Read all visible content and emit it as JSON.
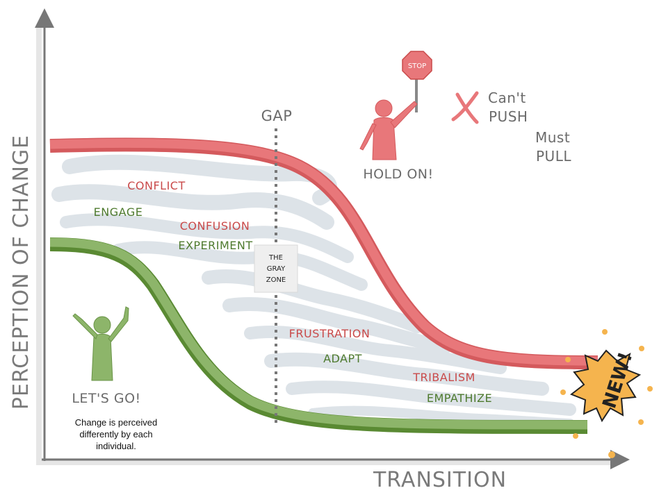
{
  "axes": {
    "y_label": "PERCEPTION OF  CHANGE",
    "x_label": "TRANSITION"
  },
  "gap": {
    "label": "GAP",
    "box_line1": "THE",
    "box_line2": "GRAY",
    "box_line3": "ZONE"
  },
  "stop_sign": "STOP",
  "hold_on": "HOLD ON!",
  "lets_go": "LET'S GO!",
  "cant_push": {
    "line1": "Can't",
    "line2": "PUSH"
  },
  "must_pull": {
    "line1": "Must",
    "line2": "PULL"
  },
  "new_label": "NEW!",
  "stages": [
    {
      "text": "CONFLICT",
      "tone": "red"
    },
    {
      "text": "ENGAGE",
      "tone": "green"
    },
    {
      "text": "CONFUSION",
      "tone": "red"
    },
    {
      "text": "EXPERIMENT",
      "tone": "green"
    },
    {
      "text": "FRUSTRATION",
      "tone": "red"
    },
    {
      "text": "ADAPT",
      "tone": "green"
    },
    {
      "text": "TRIBALISM",
      "tone": "red"
    },
    {
      "text": "EMPATHIZE",
      "tone": "green"
    }
  ],
  "note": "Change is perceived differently by each individual.",
  "colors": {
    "red_curve": "#e8777a",
    "red_text": "#c94a4a",
    "green_curve": "#8db56a",
    "green_text": "#4e7a2e",
    "cloud": "#dde3e8",
    "burst": "#f5b44e",
    "axis": "#777777"
  }
}
